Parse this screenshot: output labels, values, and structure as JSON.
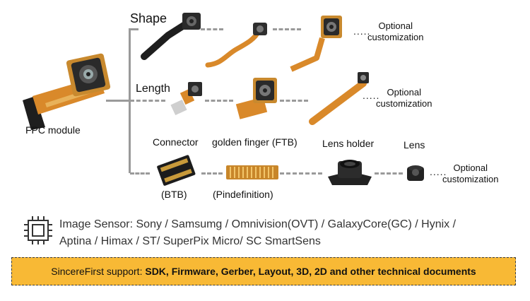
{
  "labels": {
    "fpc": "FPC module",
    "shape": "Shape",
    "length": "Length",
    "connector": "Connector",
    "btb": "(BTB)",
    "golden_finger": "golden finger (FTB)",
    "pindef": "(Pindefinition)",
    "lens_holder": "Lens holder",
    "lens": "Lens"
  },
  "optional": {
    "dots": ".....",
    "line1": "Optional",
    "line2": "customization"
  },
  "sensor": {
    "line1": "Image Sensor: Sony / Samsumg / Omnivision(OVT) / GalaxyCore(GC) / Hynix /",
    "line2": "Aptina / Himax / ST/ SuperPix Micro/ SC SmartSens"
  },
  "banner": {
    "prefix": "SincereFirst support: ",
    "bold": "SDK, Firmware, Gerber, Layout, 3D, 2D and other technical documents"
  },
  "colors": {
    "flex_orange": "#d9892a",
    "banner_bg": "#f8b935",
    "connector_line": "#9a9a9a"
  }
}
